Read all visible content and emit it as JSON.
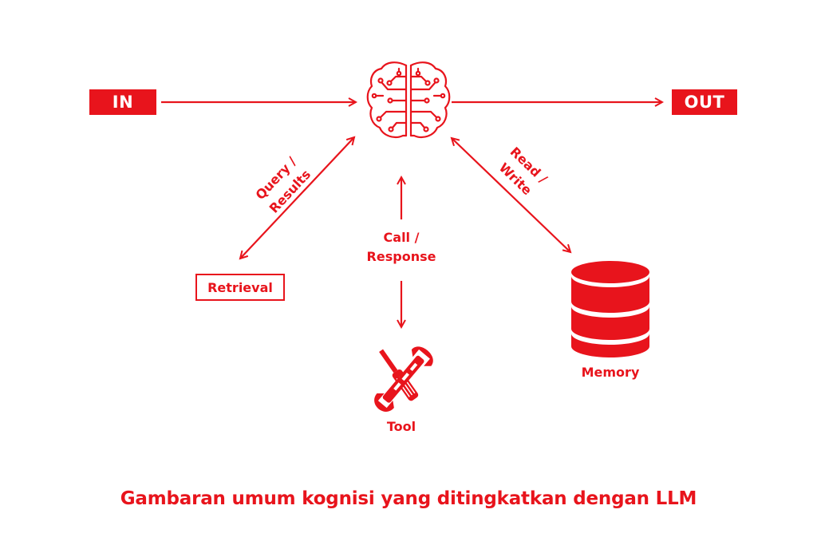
{
  "colors": {
    "accent": "#e8141c"
  },
  "nodes": {
    "input": "IN",
    "output": "OUT",
    "retrieval": "Retrieval",
    "tool": "Tool",
    "memory": "Memory"
  },
  "edges": {
    "query_results": [
      "Query /",
      "Results"
    ],
    "call_response": [
      "Call /",
      "Response"
    ],
    "read_write": [
      "Read /",
      "Write"
    ]
  },
  "icons": {
    "brain": "brain-circuit-icon",
    "tool": "wrench-screwdriver-icon",
    "memory": "database-icon"
  },
  "caption": "Gambaran umum kognisi yang ditingkatkan dengan LLM"
}
